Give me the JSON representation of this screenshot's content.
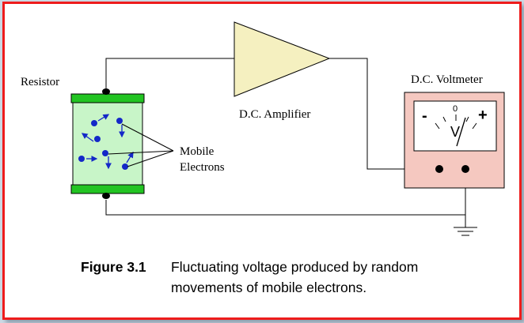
{
  "labels": {
    "resistor": "Resistor",
    "amplifier": "D.C. Amplifier",
    "voltmeter": "D.C. Voltmeter",
    "electrons_line1": "Mobile",
    "electrons_line2": "Electrons"
  },
  "voltmeter_scale": {
    "minus": "-",
    "zero": "0",
    "plus": "+",
    "unit": "V"
  },
  "caption": {
    "label": "Figure 3.1",
    "line1": "Fluctuating voltage produced by random",
    "line2": "movements of mobile electrons."
  },
  "colors": {
    "frame_border": "#ee1c1c",
    "resistor_body": "#c8f5c8",
    "resistor_caps": "#22c422",
    "electron": "#1428c8",
    "amplifier_fill": "#f5f0c0",
    "voltmeter_case": "#f5c8c0"
  }
}
